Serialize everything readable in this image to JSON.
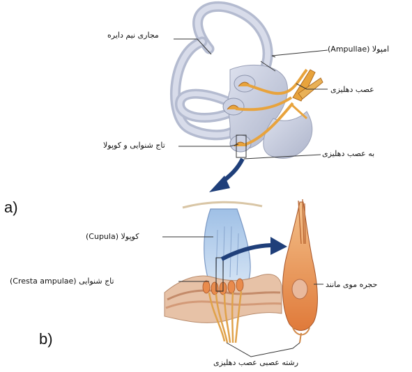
{
  "panels": {
    "a": "a)",
    "b": "b)"
  },
  "labels": {
    "semicircular_canals": "مجاری نیم دایره",
    "ampulla": "امپولا (Ampullae)",
    "vestibular_nerve": "عصب دهلیزی",
    "crista_and_cupula": "تاج شنوایی و کوپولا",
    "to_vestibular_nerve": "به عصب دهلیزی",
    "cupula": "کوپولا (Cupula)",
    "crista_ampullae": "تاج شنوایی (Cresta ampulae)",
    "hair_cell": "حجره موی مانند",
    "vestibular_nerve_fiber": "رشته عصبی عصب دهلیزی"
  },
  "colors": {
    "membrane": "#c9cfe0",
    "nerve": "#e8a33c",
    "cupula": "#b3cdea",
    "arrow": "#1f3f7a",
    "hair_cell": "#e98b4c"
  }
}
